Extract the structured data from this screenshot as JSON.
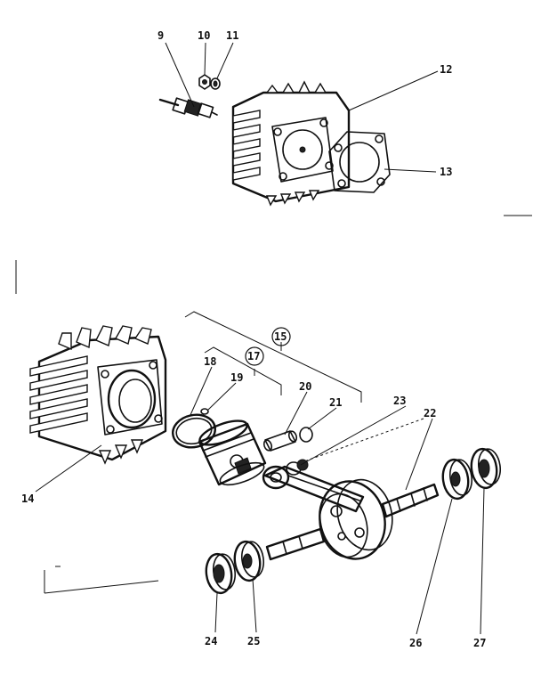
{
  "callouts": {
    "n9": "9",
    "n10": "10",
    "n11": "11",
    "n12": "12",
    "n13": "13",
    "n14": "14",
    "n15": "15",
    "n17": "17",
    "n18": "18",
    "n19": "19",
    "n20": "20",
    "n21": "21",
    "n22": "22",
    "n23": "23",
    "n24": "24",
    "n25": "25",
    "n26": "26",
    "n27": "27"
  }
}
